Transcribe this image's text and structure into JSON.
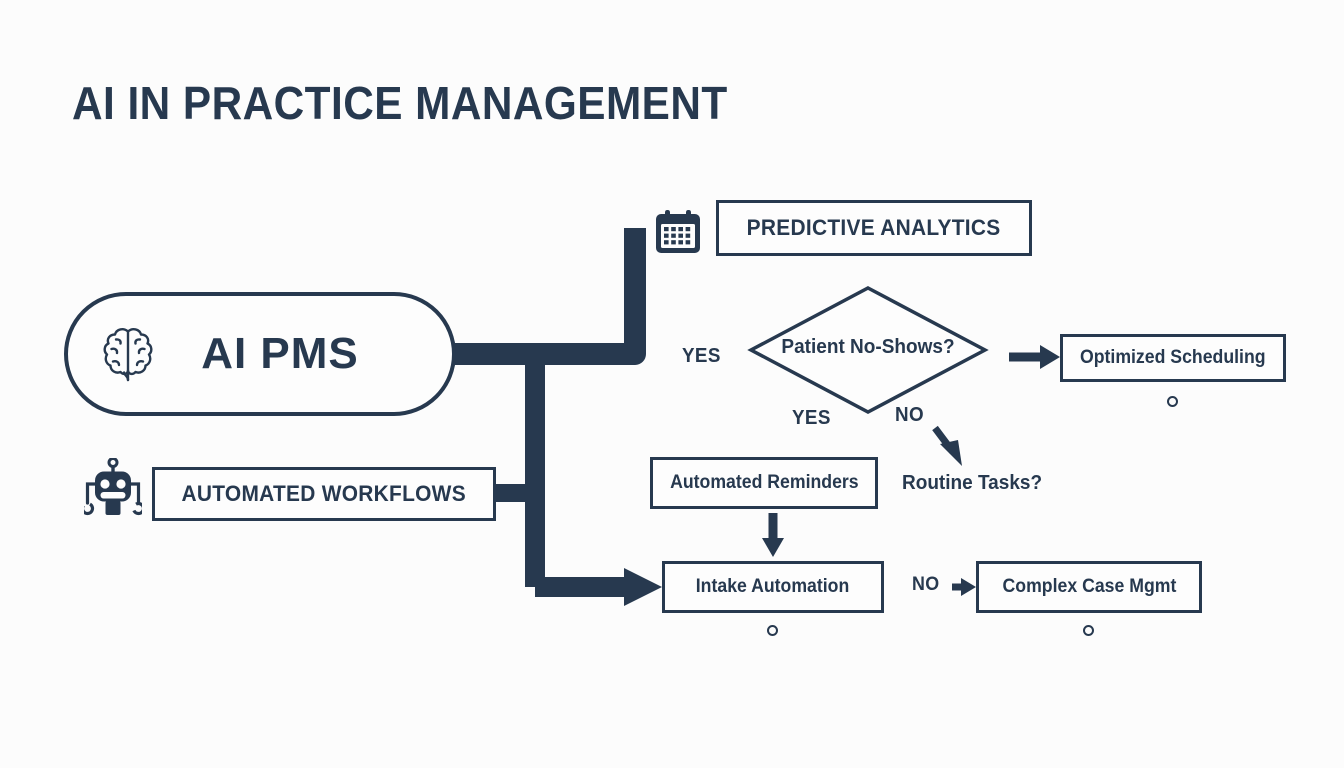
{
  "page": {
    "title": "AI IN PRACTICE MANAGEMENT",
    "background": "#fcfcfc",
    "ink": "#27394f"
  },
  "hub": {
    "label": "AI PMS",
    "icon": "brain-icon"
  },
  "branches": {
    "predictive": {
      "label": "PREDICTIVE ANALYTICS",
      "icon": "calendar-icon"
    },
    "workflows": {
      "label": "AUTOMATED WORKFLOWS",
      "icon": "robot-icon"
    }
  },
  "decision": {
    "label": "Patient No-Shows?",
    "yes_left": "YES",
    "yes_bottom": "YES",
    "no_bottom": "NO"
  },
  "nodes": {
    "optimized_scheduling": "Optimized Scheduling",
    "routine_tasks": "Routine Tasks?",
    "automated_reminders": "Automated Reminders",
    "intake_automation": "Intake Automation",
    "complex_case_mgmt": "Complex Case Mgmt",
    "intake_to_complex_label": "NO"
  }
}
